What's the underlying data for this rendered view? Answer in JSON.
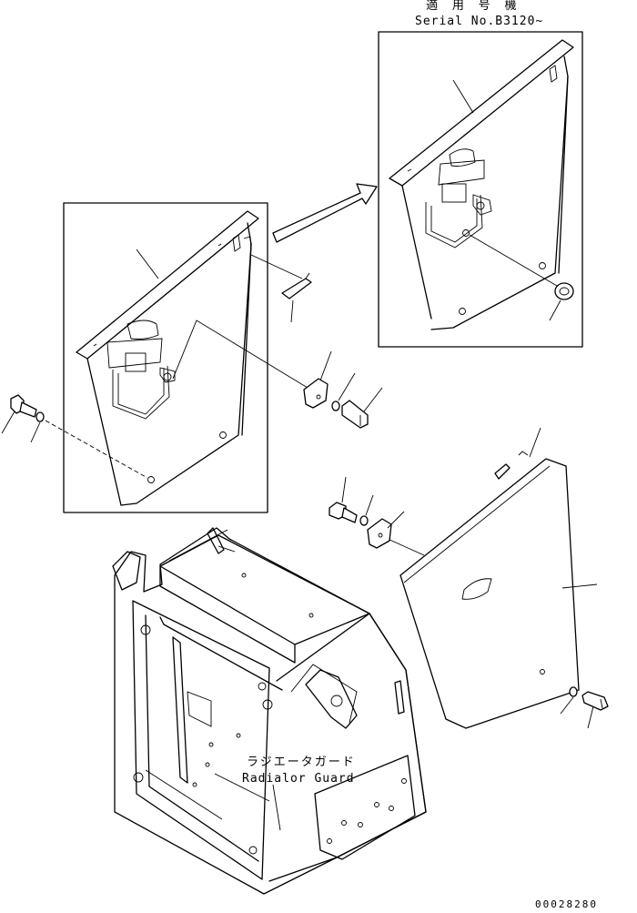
{
  "labels": {
    "serial_title": "適 用 号 機",
    "serial_number": "Serial No.B3120~",
    "guard_name_jp": "ラジエータガード",
    "guard_name_en": "Radialor Guard",
    "drawing_number": "00028280"
  },
  "colors": {
    "line": "#000000",
    "background": "#ffffff"
  },
  "icons": {
    "direction_arrow": "arrow-right-up"
  }
}
